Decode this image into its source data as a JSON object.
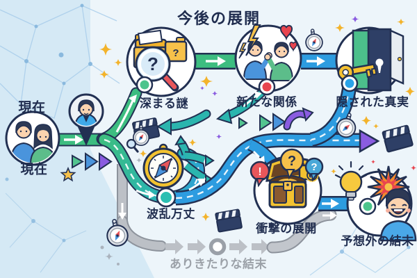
{
  "title": "今後の展開",
  "nodes": {
    "present_label_top": "現在",
    "present_label_bottom": "現在",
    "deepening_mystery": "深まる謎",
    "new_relationship": "新たな関係",
    "hidden_truth": "隠された真実",
    "turbulent_journey": "波乱万丈",
    "shocking_development": "衝撃の展開",
    "unexpected_ending": "予想外の結末",
    "ordinary_ending": "ありきたりな結末"
  },
  "glyphs": {
    "question": "?",
    "exclamation": "!"
  },
  "colors": {
    "green_path": "#3dbd80",
    "teal_path": "#2bb5ae",
    "blue_path": "#2d9ce0",
    "purple_accent": "#8a5ce0",
    "gray_path": "#bcc0c6",
    "gold": "#f3b32b",
    "red": "#e8454f",
    "navy_outline": "#223052",
    "label_text": "#1f2c4e",
    "muted_text": "#9ba1a8",
    "bg_left": "#d5e9f5",
    "bg_main": "#edf5fa"
  },
  "icons": [
    "couple-icon",
    "person-pin-icon",
    "folder-magnifier-icon",
    "question-folder-icon",
    "conflict-lightning-icon",
    "hearts-icon",
    "key-icon",
    "open-door-icon",
    "compass-icon",
    "pocket-compass-icon",
    "clapperboard-icon",
    "treasure-chest-icon",
    "exclamation-bubble-icon",
    "question-bubble-icon",
    "lightbulb-icon",
    "explosion-burst-icon",
    "happy-man-icon",
    "play-triangle-icon",
    "sparkle-icon"
  ]
}
